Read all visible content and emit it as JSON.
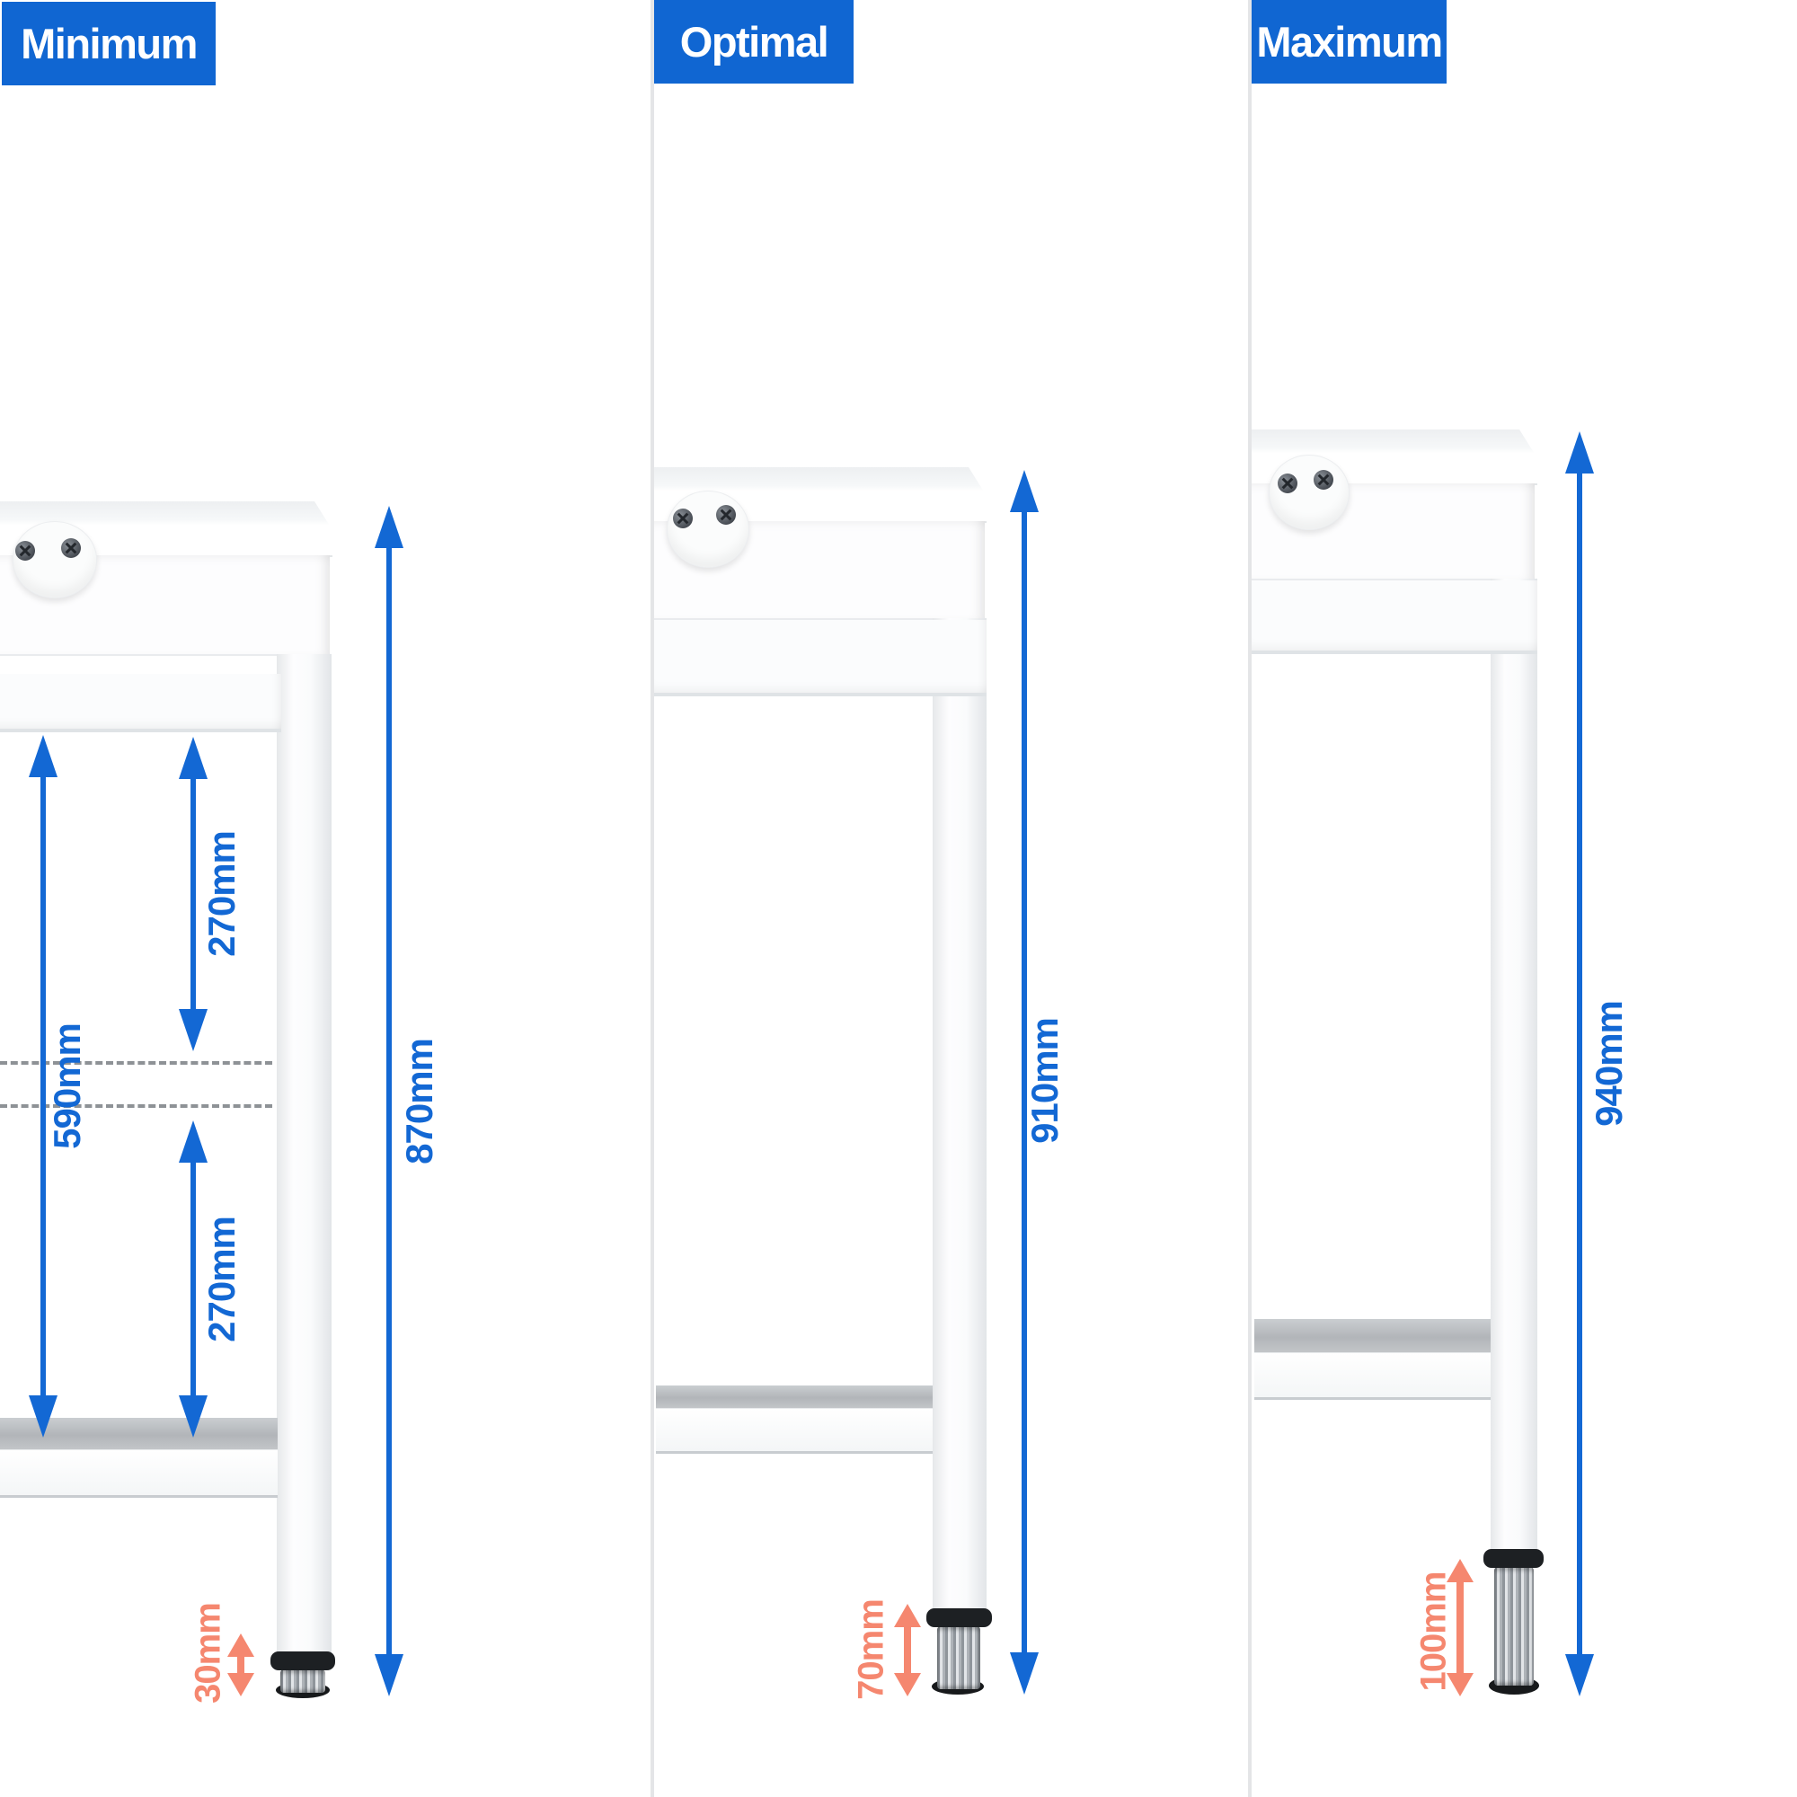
{
  "panels": [
    {
      "label": "Minimum",
      "dimensions": {
        "overall_height": "870mm",
        "inner_clearance": "590mm",
        "upper_clearance": "270mm",
        "lower_clearance": "270mm",
        "foot_adjustment": "30mm"
      }
    },
    {
      "label": "Optimal",
      "dimensions": {
        "overall_height": "910mm",
        "foot_adjustment": "70mm"
      }
    },
    {
      "label": "Maximum",
      "dimensions": {
        "overall_height": "940mm",
        "foot_adjustment": "100mm"
      }
    }
  ],
  "colors": {
    "badge_blue": "#1066d2",
    "arrow_blue": "#1368d4",
    "arrow_orange": "#f5876f",
    "divider_gray": "#e4e5e7",
    "shelf_gray": "#b8bbbe"
  }
}
